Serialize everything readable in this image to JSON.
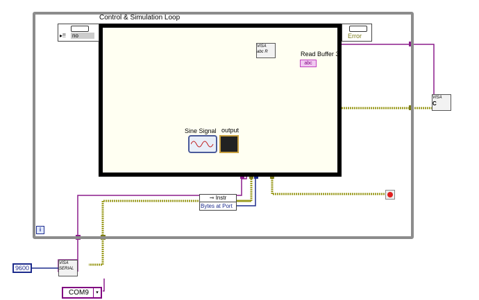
{
  "loop": {
    "title": "Control & Simulation Loop",
    "iteration_label": "i"
  },
  "left_node": {
    "value": "no"
  },
  "right_node": {
    "value": "Error"
  },
  "visa_read": {
    "title": "VISA",
    "sub": "abc",
    "r": "R"
  },
  "read_buffer": {
    "label": "Read Buffer 3",
    "indicator": "abc"
  },
  "sine": {
    "label": "Sine Signal"
  },
  "output": {
    "label": "output"
  },
  "property_node": {
    "class": "Instr",
    "property": "Bytes at Port"
  },
  "visa_close": {
    "title": "VISA",
    "c": "C"
  },
  "visa_serial": {
    "title": "VISA",
    "sub": "SERIAL"
  },
  "baud": {
    "value": "9600"
  },
  "com": {
    "value": "COM9"
  },
  "colors": {
    "visa_wire": "#8b1c8b",
    "error_wire": "#9b9b20",
    "int_wire": "#1c2b8c",
    "stop": "#e02020"
  }
}
